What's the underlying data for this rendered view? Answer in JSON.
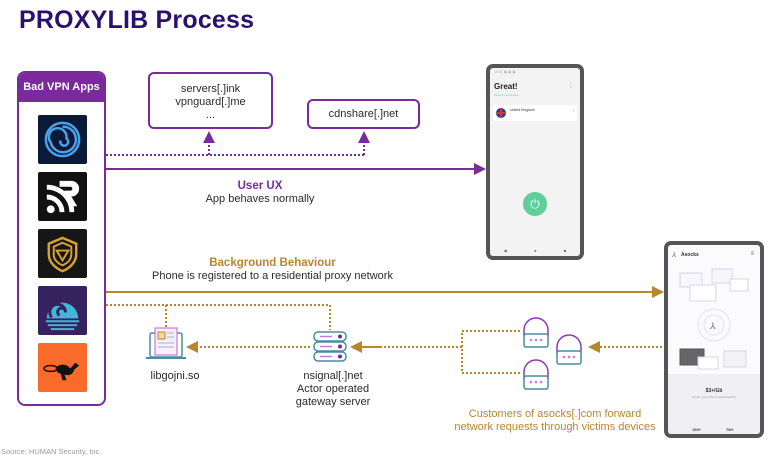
{
  "title": "PROXYLIB Process",
  "apps_panel": {
    "header": "Bad VPN Apps",
    "apps": [
      {
        "icon": "blue-swirl-app-icon",
        "bg": "#0c1a3a",
        "fg": "#4aa3ea"
      },
      {
        "icon": "white-rss-r-app-icon",
        "bg": "#111111",
        "fg": "#ffffff"
      },
      {
        "icon": "gold-shield-maze-app-icon",
        "bg": "#161616",
        "fg": "#d9a32c"
      },
      {
        "icon": "blue-wave-app-icon",
        "bg": "#35225f",
        "fg": "#3fb7d9"
      },
      {
        "icon": "black-fox-app-icon",
        "bg": "#f96a2b",
        "fg": "#111111"
      }
    ]
  },
  "domain_boxes": {
    "box1": [
      "servers[.]ink",
      "vpnguard[.]me",
      "..."
    ],
    "box2": "cdnshare[.]net"
  },
  "user_ux": {
    "title": "User UX",
    "subtitle": "App behaves normally"
  },
  "background": {
    "title": "Background Behaviour",
    "subtitle": "Phone is registered to a residential proxy network"
  },
  "nodes": {
    "lib": "libgojni.so",
    "gateway": [
      "nsignal[.]net",
      "Actor operated",
      "gateway server"
    ],
    "customers": [
      "Customers of asocks[.]com forward",
      "network requests through victims devices"
    ]
  },
  "phone_vpn": {
    "status": "10:01  ▣ ▣ ▣",
    "heading": "Great!",
    "subheading": "Secure connection",
    "country": "United Kingdom",
    "nav": [
      "◀",
      "●",
      "■"
    ]
  },
  "phone_asocks": {
    "brand": "Asocks",
    "price": "$3+/Gb",
    "description": "Home proxy IPs & residential IPs",
    "stats": [
      "150+",
      "7M+"
    ]
  },
  "source": "Source: HUMAN Security, Inc.",
  "colors": {
    "purple": "#7b2a9e",
    "gold": "#b9862a",
    "title": "#2a1170",
    "power": "#5ecf9b"
  }
}
